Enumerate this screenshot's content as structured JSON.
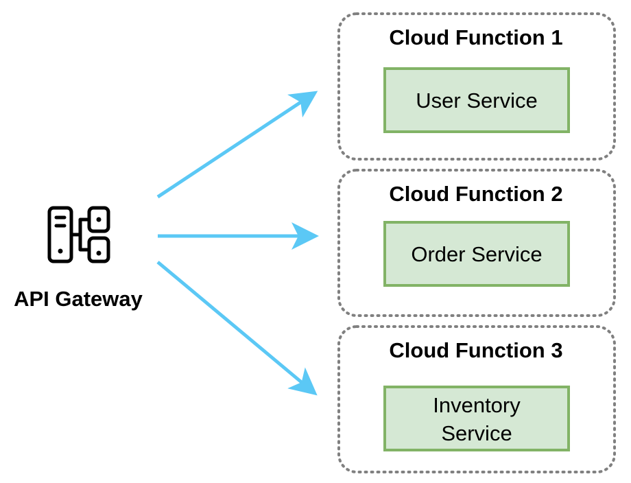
{
  "gateway": {
    "label": "API Gateway",
    "icon": "server-gateway-icon"
  },
  "functions": [
    {
      "title": "Cloud Function 1",
      "service_lines": [
        "User Service"
      ]
    },
    {
      "title": "Cloud Function 2",
      "service_lines": [
        "Order Service"
      ]
    },
    {
      "title": "Cloud Function 3",
      "service_lines": [
        "Inventory",
        "Service"
      ]
    }
  ],
  "colors": {
    "arrow": "#5bc8f5",
    "service_fill": "#d5e8d4",
    "service_stroke": "#82b366",
    "container_stroke": "#808080"
  }
}
